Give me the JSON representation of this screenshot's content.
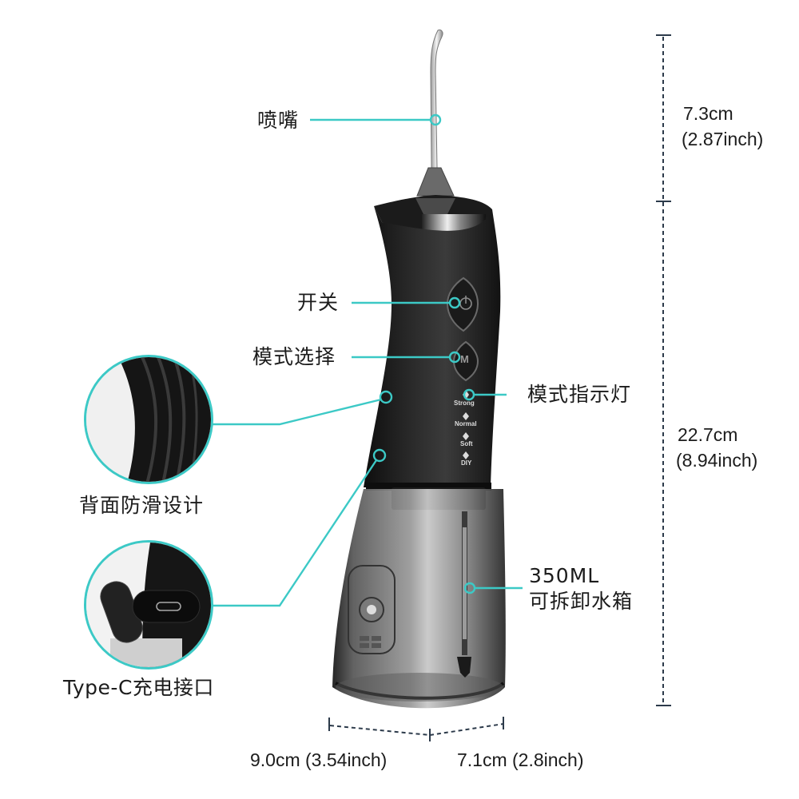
{
  "accent_color": "#3cc9c6",
  "product": {
    "name": "portable-water-flosser",
    "indicator_modes": [
      "Strong",
      "Normal",
      "Soft",
      "DIY"
    ],
    "mode_button_glyph": "M",
    "power_button_glyph": "power-icon"
  },
  "callouts": {
    "nozzle": "喷嘴",
    "power_switch": "开关",
    "mode_select": "模式选择",
    "mode_indicator": "模式指示灯",
    "tank_capacity": "350ML",
    "tank_label": "可拆卸水箱",
    "anti_slip": "背面防滑设计",
    "type_c": "Type-C充电接口"
  },
  "dimensions": {
    "nozzle_height_cm": "7.3cm",
    "nozzle_height_in": "(2.87inch)",
    "body_height_cm": "22.7cm",
    "body_height_in": "(8.94inch)",
    "width": "9.0cm (3.54inch)",
    "depth": "7.1cm (2.8inch)"
  }
}
